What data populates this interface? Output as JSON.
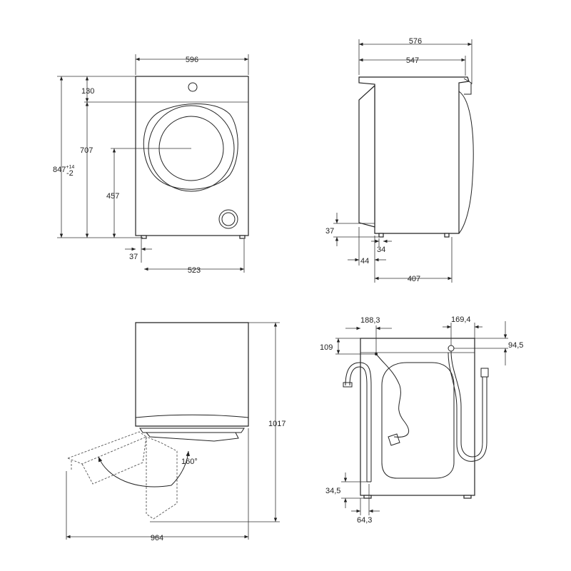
{
  "front_view": {
    "width": "596",
    "top_panel_height": "130",
    "door_height": "707",
    "total_height": "847",
    "total_height_tol_plus": "+14",
    "total_height_tol_minus": "-2",
    "center_height": "457",
    "foot_offset": "37",
    "foot_span": "523"
  },
  "side_view": {
    "overall_depth": "576",
    "body_depth": "547",
    "foot_height": "37",
    "foot_inset_front": "34",
    "rear_offset": "44",
    "foot_depth_span": "407"
  },
  "top_view": {
    "total_height": "1017",
    "door_swing_depth": "964",
    "door_angle": "160°"
  },
  "rear_view": {
    "power_cable_offset": "188,3",
    "hose_offset": "169,4",
    "cable_height": "109",
    "hose_height": "94,5",
    "drain_height": "34,5",
    "drain_offset": "64,3"
  }
}
